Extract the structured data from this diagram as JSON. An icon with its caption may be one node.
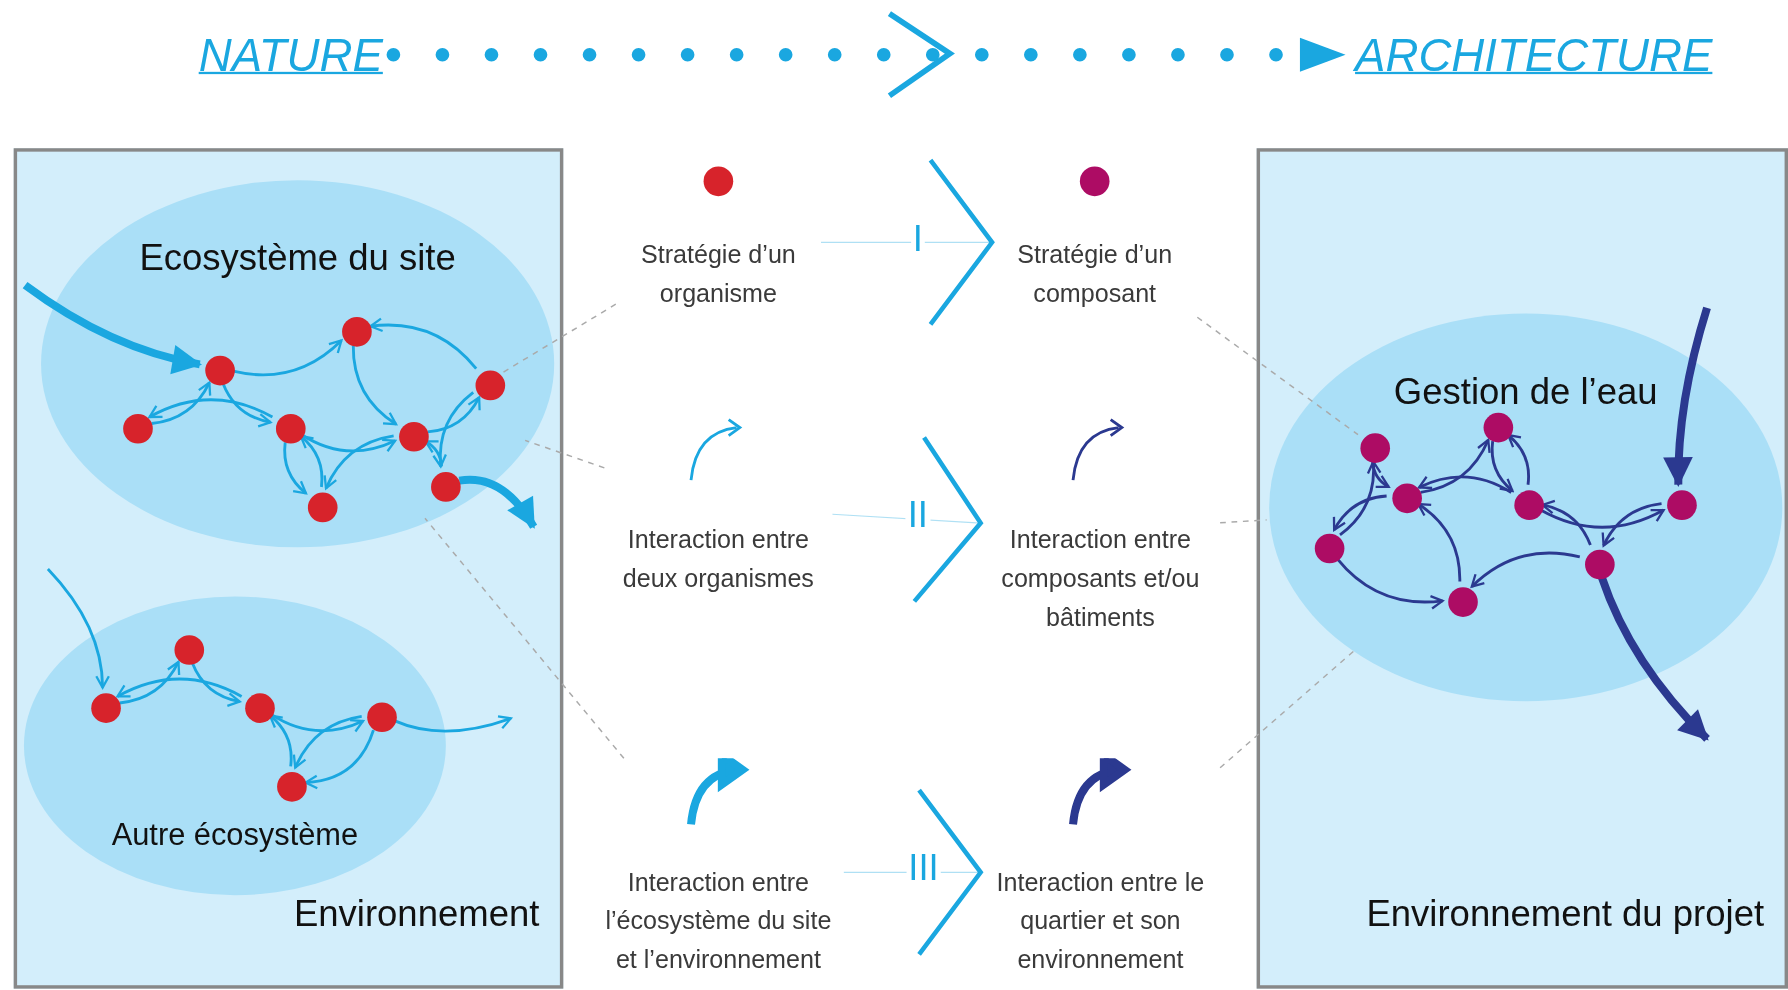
{
  "diagram": {
    "nodes": [
      {
        "text": [
          "NATURE"
        ]
      },
      {
        "text": [
          "ARCHITECTURE"
        ]
      },
      {
        "text": [
          "Environnement"
        ]
      },
      {
        "text": [
          "Ecosystème du site"
        ],
        "in": 2
      },
      {
        "text": [],
        "shape": "circle",
        "in": 3
      },
      {
        "text": [],
        "shape": "circle",
        "in": 3
      },
      {
        "text": [],
        "shape": "circle",
        "in": 3
      },
      {
        "text": [],
        "shape": "circle",
        "in": 3
      },
      {
        "text": [],
        "shape": "circle",
        "in": 3
      },
      {
        "text": [],
        "shape": "circle",
        "in": 3
      },
      {
        "text": [],
        "shape": "circle",
        "in": 3
      },
      {
        "text": [],
        "shape": "circle",
        "in": 3
      },
      {
        "text": [
          "Autre écosystème"
        ],
        "in": 2
      },
      {
        "text": [],
        "shape": "circle",
        "in": 12
      },
      {
        "text": [],
        "shape": "circle",
        "in": 12
      },
      {
        "text": [],
        "shape": "circle",
        "in": 12
      },
      {
        "text": [],
        "shape": "circle",
        "in": 12
      },
      {
        "text": [],
        "shape": "circle",
        "in": 12
      },
      {
        "text": [
          "Stratégie d’un organisme"
        ]
      },
      {
        "text": [
          "Stratégie d’un composant"
        ]
      },
      {
        "text": [
          "Interaction entre deux organismes"
        ]
      },
      {
        "text": [
          "Interaction entre composants et/ou bâtiments"
        ]
      },
      {
        "text": [
          "Interaction entre l’écosystème du site et l’environnement"
        ]
      },
      {
        "text": [
          "Interaction entre le quartier et son environnement"
        ]
      },
      {
        "text": [
          "Environnement du projet"
        ]
      },
      {
        "text": [
          "Gestion de l’eau"
        ],
        "in": 24
      },
      {
        "text": [],
        "shape": "circle",
        "in": 25
      },
      {
        "text": [],
        "shape": "circle",
        "in": 25
      },
      {
        "text": [],
        "shape": "circle",
        "in": 25
      },
      {
        "text": [],
        "shape": "circle",
        "in": 25
      },
      {
        "text": [],
        "shape": "circle",
        "in": 25
      },
      {
        "text": [],
        "shape": "circle",
        "in": 25
      },
      {
        "text": [],
        "shape": "circle",
        "in": 25
      },
      {
        "text": [],
        "shape": "circle",
        "in": 25
      }
    ],
    "edges": [
      {
        "from": 0,
        "to": 1,
        "arrow": "to",
        "style": "dashed"
      },
      {
        "from": null,
        "to": 4,
        "arrow": "to",
        "style": "thick"
      },
      {
        "from": 4,
        "to": 7,
        "arrow": "to"
      },
      {
        "from": 9,
        "to": 7,
        "arrow": "to"
      },
      {
        "from": 7,
        "to": 8,
        "arrow": "to"
      },
      {
        "from": 4,
        "to": 6,
        "arrow": "to"
      },
      {
        "from": 5,
        "to": 4,
        "arrow": "to"
      },
      {
        "from": 6,
        "to": 5,
        "arrow": "to"
      },
      {
        "from": 6,
        "to": 8,
        "arrow": "to"
      },
      {
        "from": 6,
        "to": 10,
        "arrow": "to"
      },
      {
        "from": 10,
        "to": 6,
        "arrow": "to"
      },
      {
        "from": 8,
        "to": 10,
        "arrow": "to"
      },
      {
        "from": 8,
        "to": 9,
        "arrow": "to"
      },
      {
        "from": 9,
        "to": 11,
        "arrow": "to"
      },
      {
        "from": 11,
        "to": 8,
        "arrow": "to"
      },
      {
        "from": 11,
        "to": null,
        "arrow": "to",
        "style": "thick"
      },
      {
        "from": null,
        "to": 13,
        "arrow": "to"
      },
      {
        "from": 13,
        "to": 14,
        "arrow": "to"
      },
      {
        "from": 14,
        "to": 15,
        "arrow": "to"
      },
      {
        "from": 15,
        "to": 13,
        "arrow": "to"
      },
      {
        "from": 15,
        "to": 16,
        "arrow": "to"
      },
      {
        "from": 16,
        "to": 17,
        "arrow": "to"
      },
      {
        "from": 16,
        "to": 17,
        "arrow": "to"
      },
      {
        "from": 17,
        "to": 15,
        "arrow": "to"
      },
      {
        "from": 16,
        "to": null,
        "arrow": "to"
      },
      {
        "from": 18,
        "to": 19,
        "arrow": "to",
        "label": "I"
      },
      {
        "from": 20,
        "to": 21,
        "arrow": "to",
        "label": "II"
      },
      {
        "from": 22,
        "to": 23,
        "arrow": "to",
        "label": "III"
      },
      {
        "from": 18,
        "to": 9,
        "arrow": "none",
        "style": "dashed",
        "color": "#aaaaaa"
      },
      {
        "from": 20,
        "to": 3,
        "arrow": "none",
        "style": "dashed",
        "color": "#aaaaaa"
      },
      {
        "from": 22,
        "to": 3,
        "arrow": "none",
        "style": "dashed",
        "color": "#aaaaaa"
      },
      {
        "from": 19,
        "to": 26,
        "arrow": "none",
        "style": "dashed",
        "color": "#aaaaaa"
      },
      {
        "from": 21,
        "to": 25,
        "arrow": "none",
        "style": "dashed",
        "color": "#aaaaaa"
      },
      {
        "from": 23,
        "to": 25,
        "arrow": "none",
        "style": "dashed",
        "color": "#aaaaaa"
      },
      {
        "from": 26,
        "to": 27,
        "arrow": "to",
        "color": "#2b3990"
      },
      {
        "from": 28,
        "to": 26,
        "arrow": "to",
        "color": "#2b3990"
      },
      {
        "from": 27,
        "to": 28,
        "arrow": "to",
        "color": "#2b3990"
      },
      {
        "from": 27,
        "to": 29,
        "arrow": "to",
        "color": "#2b3990"
      },
      {
        "from": 29,
        "to": 30,
        "arrow": "to",
        "color": "#2b3990"
      },
      {
        "from": 30,
        "to": 27,
        "arrow": "to",
        "color": "#2b3990"
      },
      {
        "from": 30,
        "to": 29,
        "arrow": "to",
        "color": "#2b3990"
      },
      {
        "from": 30,
        "to": 31,
        "arrow": "to",
        "color": "#2b3990"
      },
      {
        "from": 31,
        "to": 32,
        "arrow": "to",
        "color": "#2b3990"
      },
      {
        "from": 32,
        "to": 30,
        "arrow": "to",
        "color": "#2b3990"
      },
      {
        "from": 28,
        "to": 33,
        "arrow": "to",
        "color": "#2b3990"
      },
      {
        "from": 32,
        "to": 33,
        "arrow": "to",
        "color": "#2b3990"
      },
      {
        "from": 33,
        "to": 27,
        "arrow": "to",
        "color": "#2b3990"
      },
      {
        "from": null,
        "to": 31,
        "arrow": "to",
        "style": "thick",
        "color": "#2b3990"
      },
      {
        "from": 32,
        "to": null,
        "arrow": "to",
        "style": "thick",
        "color": "#2b3990"
      }
    ]
  }
}
